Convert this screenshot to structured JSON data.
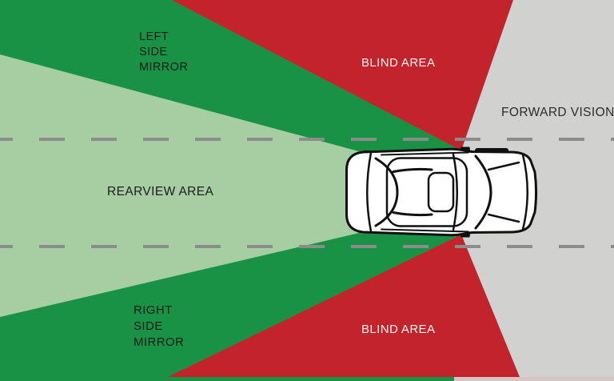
{
  "diagram": {
    "labels": {
      "left_side_mirror": {
        "line1": "LEFT",
        "line2": "SIDE",
        "line3": "MIRROR"
      },
      "blind_area_top": "BLIND AREA",
      "forward_vision": "FORWARD VISION",
      "rearview_area": "REARVIEW AREA",
      "right_side_mirror": {
        "line1": "RIGHT",
        "line2": "SIDE",
        "line3": "MIRROR"
      },
      "blind_area_bottom": "BLIND AREA"
    },
    "colors": {
      "mirror_zone_green": "#1a9246",
      "rearview_zone_green": "#a7cea2",
      "blind_zone_red": "#c3232a",
      "road_gray": "#d1d1d0",
      "lane_marking_gray": "#8c8c8c",
      "bottom_edge_pink": "#d5c6c5",
      "car_body_white": "#ffffff",
      "car_outline_black": "#111111",
      "label_dark": "#1c1c1c",
      "label_light": "#f8f6f5"
    }
  }
}
